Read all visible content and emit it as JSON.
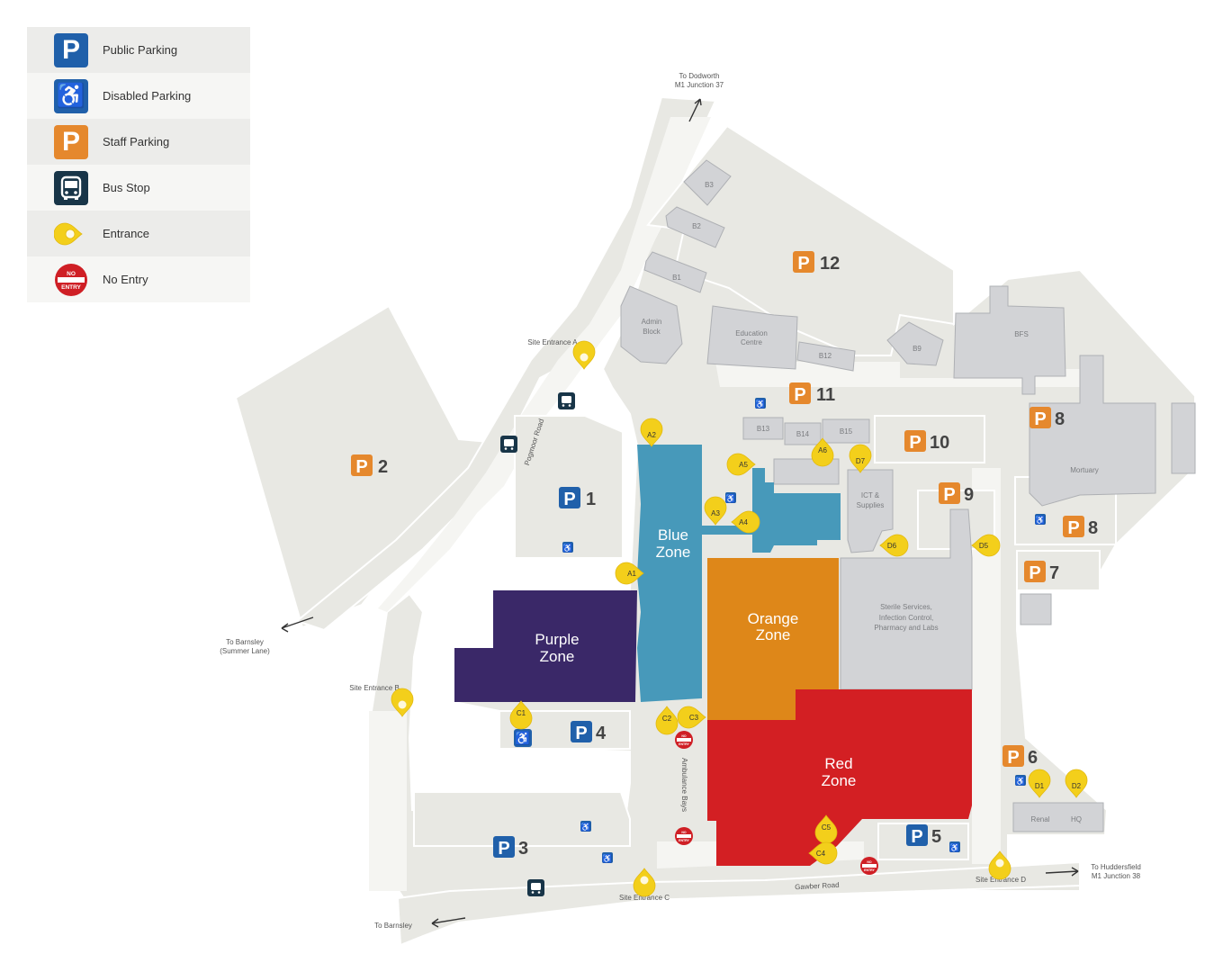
{
  "colors": {
    "land": "#e8e8e3",
    "building": "#d2d3d6",
    "public": "#2060aa",
    "staff": "#e5882d",
    "bus": "#183548",
    "entrance": "#f3cf1b",
    "noentry": "#cf1f25",
    "blue_zone": "#4799ba",
    "purple_zone": "#3a2868",
    "orange_zone": "#de8719",
    "red_zone": "#d31f23"
  },
  "legend": {
    "public": "Public Parking",
    "disabled": "Disabled Parking",
    "staff": "Staff Parking",
    "bus": "Bus Stop",
    "entrance": "Entrance",
    "noentry": "No Entry"
  },
  "icons": {
    "p_letter": "P",
    "wheelchair": "♿",
    "no_top": "NO",
    "no_bottom": "ENTRY"
  },
  "zones": {
    "blue": [
      "Blue",
      "Zone"
    ],
    "purple": [
      "Purple",
      "Zone"
    ],
    "orange": [
      "Orange",
      "Zone"
    ],
    "red": [
      "Red",
      "Zone"
    ]
  },
  "buildings": {
    "b1": "B1",
    "b2": "B2",
    "b3": "B3",
    "admin": [
      "Admin",
      "Block"
    ],
    "education": [
      "Education",
      "Centre"
    ],
    "b12": "B12",
    "b9": "B9",
    "bfs": "BFS",
    "b13": "B13",
    "b14": "B14",
    "b15": "B15",
    "mortuary": "Mortuary",
    "ict": [
      "ICT &",
      "Supplies"
    ],
    "sterile": [
      "Sterile Services,",
      "Infection Control,",
      "Pharmacy and Labs"
    ],
    "renal": "Renal",
    "hq": "HQ"
  },
  "roads": {
    "pogmoor": "Pogmoor Road",
    "gawber": "Gawber Road",
    "ambulance": "Ambulance Bays"
  },
  "directions": {
    "dodworth": [
      "To Dodworth",
      "M1 Junction 37"
    ],
    "barnsley_summer": [
      "To Barnsley",
      "(Summer Lane)"
    ],
    "barnsley": "To Barnsley",
    "huddersfield": [
      "To Huddersfield",
      "M1 Junction 38"
    ]
  },
  "site_entrances": {
    "a": "Site Entrance A",
    "b": "Site Entrance B",
    "c": "Site Entrance C",
    "d": "Site Entrance D"
  },
  "car_parks": {
    "p1": "1",
    "p2": "2",
    "p3": "3",
    "p4": "4",
    "p5": "5",
    "p6": "6",
    "p7": "7",
    "p8a": "8",
    "p8b": "8",
    "p9": "9",
    "p10": "10",
    "p11": "11",
    "p12": "12"
  },
  "entrances": {
    "a1": "A1",
    "a2": "A2",
    "a3": "A3",
    "a4": "A4",
    "a5": "A5",
    "a6": "A6",
    "c1": "C1",
    "c2": "C2",
    "c3": "C3",
    "c4": "C4",
    "c5": "C5",
    "d1": "D1",
    "d2": "D2",
    "d5": "D5",
    "d6": "D6",
    "d7": "D7"
  }
}
